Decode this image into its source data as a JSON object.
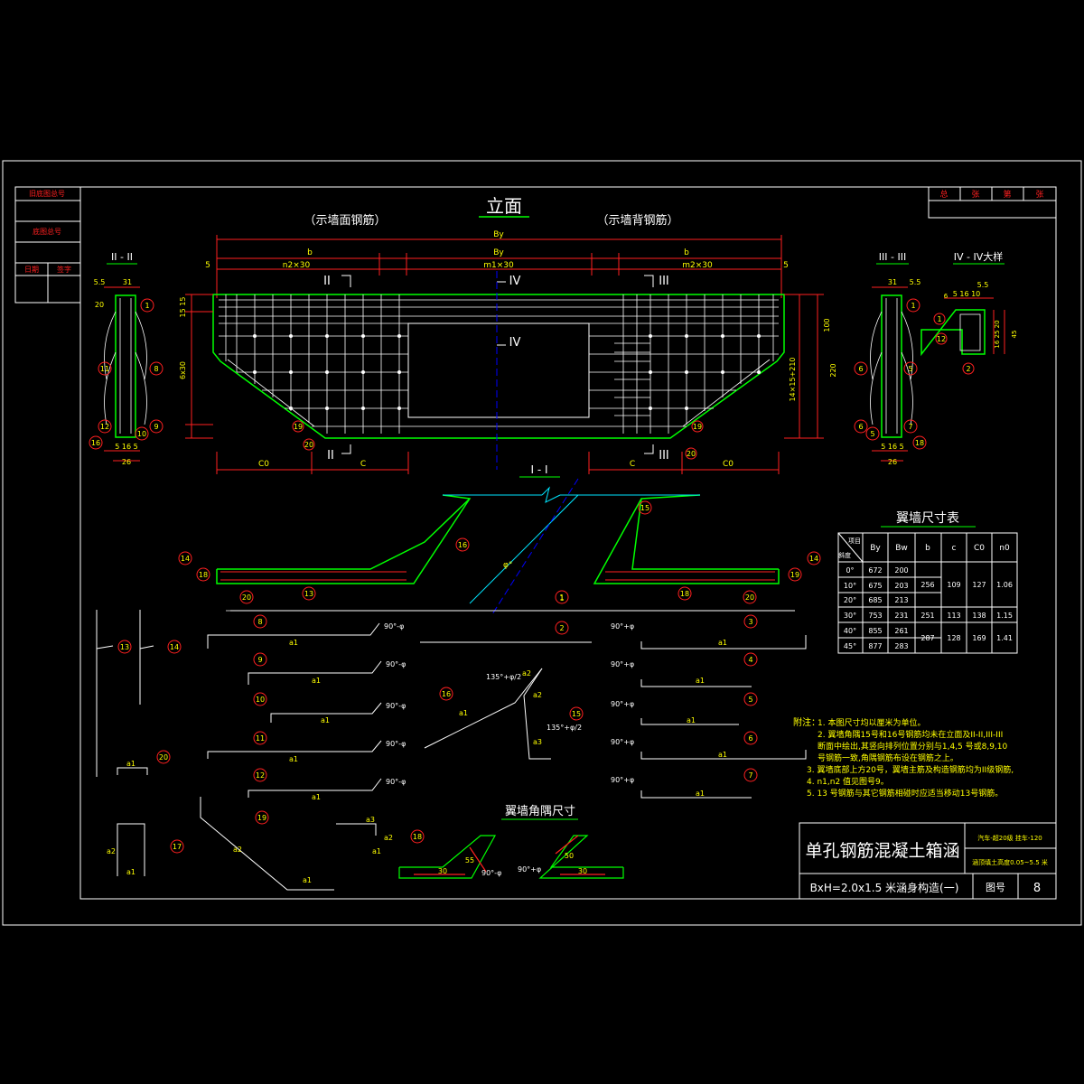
{
  "colors": {
    "background": "#000000",
    "frame": "#ffffff",
    "concrete": "#00ff00",
    "rebar": "#ffffff",
    "dimension": "#ff2020",
    "annotation": "#ffff00",
    "axis": "#0000ff"
  },
  "header_cells": {
    "old_drawing_no": "旧底图总号",
    "base_drawing_no": "底图总号",
    "date": "日期",
    "signature": "签字"
  },
  "top_right": {
    "col1": "总",
    "col2": "张",
    "col3": "第",
    "col4": "张"
  },
  "elevation": {
    "title": "立面",
    "left_sub": "（示墙面钢筋）",
    "right_sub": "（示墙背钢筋）",
    "dim_By": "By",
    "dim_b": "b",
    "dim_b2": "b",
    "dim_5": "5",
    "dim_n2x30": "n2×30",
    "dim_m1x30": "m1×30",
    "dim_m2x30": "m2×30",
    "sec_II": "II",
    "sec_IV": "IV",
    "sec_III": "III",
    "dim_1515": "15 15",
    "dim_6x30": "6x30",
    "dim_14x15": "14×15+210",
    "dim_100": "100",
    "dim_220": "220",
    "dim_C0": "C0",
    "dim_C": "C",
    "mark_20": "20",
    "mark_19": "19"
  },
  "sections": {
    "II_title": "II - II",
    "III_title": "III - III",
    "IV_title": "IV - IV大样",
    "I_title": "I - I",
    "dims_top": "31",
    "dims_55": "5.5",
    "dims_bottom": "5  16  5",
    "dims_26": "26",
    "dim_20": "20",
    "iv_dims_top": "5  16  10",
    "iv_dims_right": "16  25  20",
    "iv_dim_45": "45",
    "iv_dim_6": "6",
    "iv_dim_20": "20",
    "iv_dim_55": "5.5"
  },
  "markers_II": [
    "1",
    "11",
    "8",
    "12",
    "9",
    "16",
    "10"
  ],
  "markers_III": [
    "1",
    "6",
    "5",
    "6",
    "7",
    "5",
    "18"
  ],
  "markers_IV": [
    "1",
    "12",
    "2"
  ],
  "markers_plan": [
    "14",
    "16",
    "15",
    "14",
    "18",
    "19",
    "20",
    "19",
    "1",
    "18",
    "20",
    "13"
  ],
  "angle_label": "φ°",
  "bars": {
    "left": [
      {
        "no": "8",
        "len": "a1",
        "ang": "90°-φ"
      },
      {
        "no": "9",
        "len": "a1",
        "ang": "90°-φ"
      },
      {
        "no": "10",
        "len": "a1",
        "ang": "90°-φ"
      },
      {
        "no": "11",
        "len": "a1",
        "ang": "90°-φ"
      },
      {
        "no": "12",
        "len": "a1",
        "ang": "90°-φ"
      }
    ],
    "right": [
      {
        "no": "3",
        "len": "a1",
        "ang": "90°+φ"
      },
      {
        "no": "4",
        "len": "a1",
        "ang": "90°+φ"
      },
      {
        "no": "5",
        "len": "a1",
        "ang": "90°+φ"
      },
      {
        "no": "6",
        "len": "a1",
        "ang": "90°+φ"
      },
      {
        "no": "7",
        "len": "a1",
        "ang": "90°+φ"
      }
    ],
    "center": {
      "bar1": "1",
      "bar2": "2",
      "bar16": "16",
      "bar15": "15",
      "ang16": "135°+φ/2",
      "ang15": "135°+φ/2",
      "a1": "a1",
      "a2": "a2",
      "a3": "a3"
    },
    "misc": {
      "bar13": "13",
      "bar14": "14",
      "bar20": "20",
      "bar17": "17",
      "bar19": "19",
      "bar18": "18",
      "a1": "a1",
      "a2": "a2",
      "a3": "a3"
    }
  },
  "table": {
    "title": "翼墙尺寸表",
    "corner_top": "项目",
    "corner_bottom": "斜度",
    "headers": [
      "By",
      "Bw",
      "b",
      "c",
      "C0",
      "n0"
    ],
    "rows": [
      {
        "angle": "0°",
        "By": "672",
        "Bw": "200"
      },
      {
        "angle": "10°",
        "By": "675",
        "Bw": "203"
      },
      {
        "angle": "20°",
        "By": "685",
        "Bw": "213"
      },
      {
        "angle": "30°",
        "By": "753",
        "Bw": "231"
      },
      {
        "angle": "40°",
        "By": "855",
        "Bw": "261"
      },
      {
        "angle": "45°",
        "By": "877",
        "Bw": "283"
      }
    ],
    "merged": [
      {
        "b": "256",
        "c": "109",
        "C0": "127",
        "n0": "1.06"
      },
      {
        "b": "251",
        "c": "113",
        "C0": "138",
        "n0": "1.15"
      },
      {
        "b": "287",
        "c": "128",
        "C0": "169",
        "n0": "1.41"
      }
    ]
  },
  "notes": {
    "label": "附注：",
    "lines": [
      "1.  本图尺寸均以厘米为单位。",
      "2.  翼墙角隅15号和16号钢筋均未在立面及II-II,III-III",
      "    断面中绘出,其竖向排列位置分别与1,4,5 号或8,9,10",
      "    号钢筋一致,角隅钢筋布设在钢筋之上。",
      "3.  翼墙底部上方20号，翼墙主筋及构造钢筋均为II级钢筋,",
      "4. n1,n2  值见图号9。",
      "5. 13 号钢筋与其它钢筋相碰时应适当移动13号钢筋。"
    ]
  },
  "corner_detail": {
    "title": "翼墙角隅尺寸",
    "d30a": "30",
    "d55": "55",
    "ang1": "90°-φ",
    "ang2": "90°+φ",
    "d30b": "30",
    "d50": "50"
  },
  "title_block": {
    "title": "单孔钢筋混凝土箱涵",
    "subtitle": "BxH=2.0x1.5  米涵身构造(一)",
    "load_info": "汽车-超20级   挂车-120",
    "fill_info": "涵顶填土高度0.05~5.5 米",
    "fig_label": "图号",
    "fig_no": "8"
  }
}
